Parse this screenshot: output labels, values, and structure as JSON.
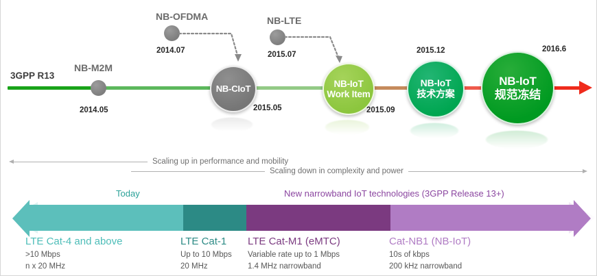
{
  "timeline": {
    "axis_label": "3GPP R13",
    "milestones": [
      {
        "name": "NB-M2M",
        "date": "2014.05",
        "kind": "dot",
        "color": "#7e7e7e"
      },
      {
        "name": "NB-OFDMA",
        "date": "2014.07",
        "kind": "dot",
        "color": "#9c9c9c"
      },
      {
        "name": "NB-LTE",
        "date": "2015.07",
        "kind": "dot",
        "color": "#9c9c9c"
      },
      {
        "name": "NB-CIoT",
        "date": "2015.05",
        "kind": "circle",
        "color": "#7e7e7e"
      },
      {
        "name": "NB-IoT",
        "name_line2": "Work Item",
        "date": "2015.09",
        "kind": "circle",
        "color": "#8cc63e"
      },
      {
        "name": "NB-IoT",
        "name_line2": "技术方案",
        "date": "2015.12",
        "kind": "circle",
        "color": "#00a651"
      },
      {
        "name": "NB-IoT",
        "name_line2": "规范冻结",
        "date": "2016.6",
        "kind": "circle",
        "color": "#009a21"
      }
    ]
  },
  "scaling": {
    "up_label": "Scaling up in performance and mobility",
    "down_label": "Scaling down in complexity and power"
  },
  "spectrum": {
    "headers": [
      {
        "text": "Today",
        "color": "#2aa198"
      },
      {
        "text": "New narrowband IoT technologies (3GPP Release 13+)",
        "color": "#8b46a0"
      }
    ],
    "segments": [
      {
        "title": "LTE Cat-4 and above",
        "line1": ">10 Mbps",
        "line2": "n x 20 MHz",
        "color": "#5cbfbb",
        "title_color": "#4dbdb8"
      },
      {
        "title": "LTE Cat-1",
        "line1": "Up to 10 Mbps",
        "line2": "20 MHz",
        "color": "#2c8a85",
        "title_color": "#2c8a85"
      },
      {
        "title": "LTE Cat-M1 (eMTC)",
        "line1": "Variable rate up to 1 Mbps",
        "line2": "1.4 MHz narrowband",
        "color": "#7b3a80",
        "title_color": "#7b3a80"
      },
      {
        "title": "Cat-NB1 (NB-IoT)",
        "line1": "10s of kbps",
        "line2": "200 kHz narrowband",
        "color": "#b07cc4",
        "title_color": "#b07cc4"
      }
    ]
  },
  "colors": {
    "line_green_dark": "#19a319",
    "line_green_mid": "#6ec06e",
    "line_green_light": "#9fd09f",
    "line_tan": "#c58a5c",
    "line_red": "#ef3b2c",
    "arrow_red": "#ef2b1c"
  }
}
